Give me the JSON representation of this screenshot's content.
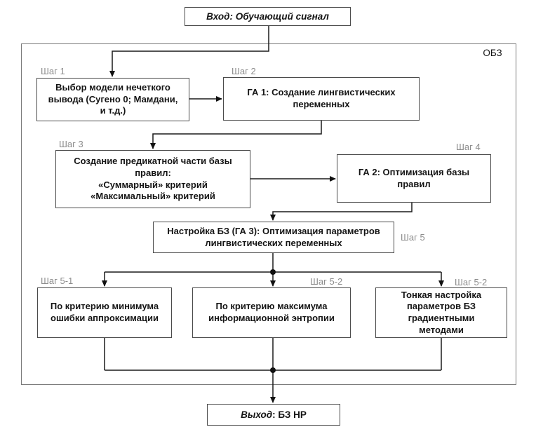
{
  "input_node": {
    "label_italic": "Вход:  Обучающий сигнал"
  },
  "container": {
    "label": "ОБЗ"
  },
  "nodes": {
    "step1": {
      "step_label": "Шаг 1",
      "text": "Выбор модели нечеткого\nвывода (Сугено 0; Мамдани,\nи т.д.)"
    },
    "step2": {
      "step_label": "Шаг 2",
      "text": "ГА 1: Создание лингвистических\nпеременных"
    },
    "step3": {
      "step_label": "Шаг 3",
      "text": "Создание предикатной части базы\nправил:\n«Суммарный» критерий\n«Максимальный» критерий"
    },
    "step4": {
      "step_label": "Шаг 4",
      "text": "ГА 2: Оптимизация базы\nправил"
    },
    "step5": {
      "step_label": "Шаг 5",
      "text": "Настройка БЗ (ГА 3): Оптимизация параметров\nлингвистических переменных"
    },
    "sub1": {
      "step_label": "Шаг 5-1",
      "text": "По критерию минимума\nошибки аппроксимации"
    },
    "sub2": {
      "step_label": "Шаг 5-2",
      "text": "По критерию максимума\nинформационной энтропии"
    },
    "sub3": {
      "step_label": "Шаг 5-2",
      "text": "Тонкая настройка\nпараметров БЗ\nградиентными\nметодами"
    }
  },
  "output_node": {
    "label_italic": "Выход",
    "label_rest": ": БЗ НР"
  },
  "colors": {
    "line": "#1a1a1a",
    "box_border": "#4a4a4a",
    "container_border": "#7a7a7a",
    "step_label_gray": "#8c8c8c",
    "background": "#ffffff",
    "text": "#141414"
  }
}
